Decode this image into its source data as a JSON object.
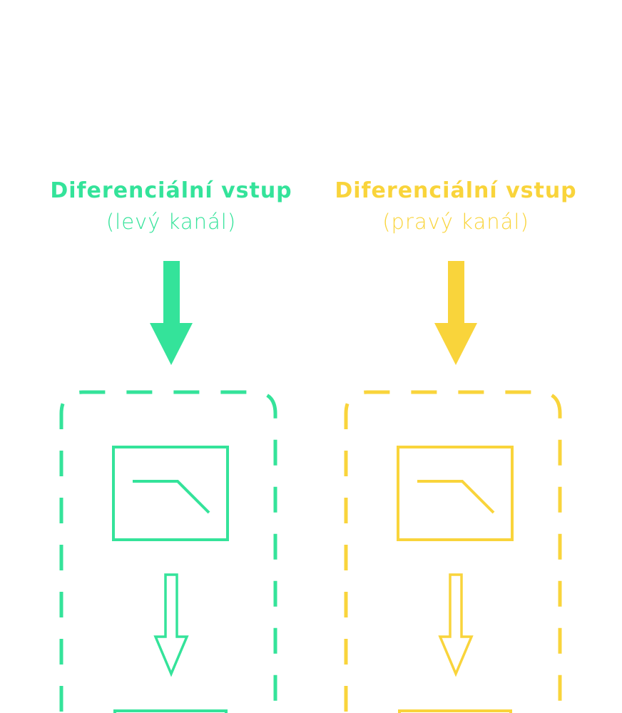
{
  "colors": {
    "left": "#34E39A",
    "right": "#F9D43B"
  },
  "channels": [
    {
      "title": "Diferenciální vstup",
      "subtitle": "(levý kanál)"
    },
    {
      "title": "Diferenciální vstup",
      "subtitle": "(pravý kanál)"
    }
  ]
}
